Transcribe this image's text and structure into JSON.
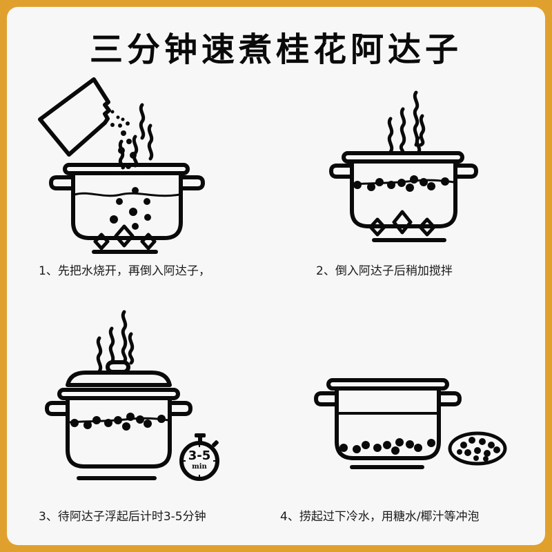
{
  "title": "三分钟速煮桂花阿达子",
  "colors": {
    "frame": "#e0a02e",
    "card": "#f8f7f8",
    "ink": "#0a0a0a"
  },
  "steps": [
    {
      "number": "1",
      "caption": "1、先把水烧开，再倒入阿达子，",
      "illustration": "pot-boiling-pour-bag"
    },
    {
      "number": "2",
      "caption": "2、倒入阿达子后稍加搅拌",
      "illustration": "pot-boiling-balls-floating"
    },
    {
      "number": "3",
      "caption": "3、待阿达子浮起后计时3-5分钟",
      "illustration": "pot-lidded-with-timer"
    },
    {
      "number": "4",
      "caption": "4、捞起过下冷水，用糖水/椰汁等冲泡",
      "illustration": "pot-cooled-with-bowl"
    }
  ],
  "timer": {
    "value": "3-5",
    "unit": "min"
  }
}
